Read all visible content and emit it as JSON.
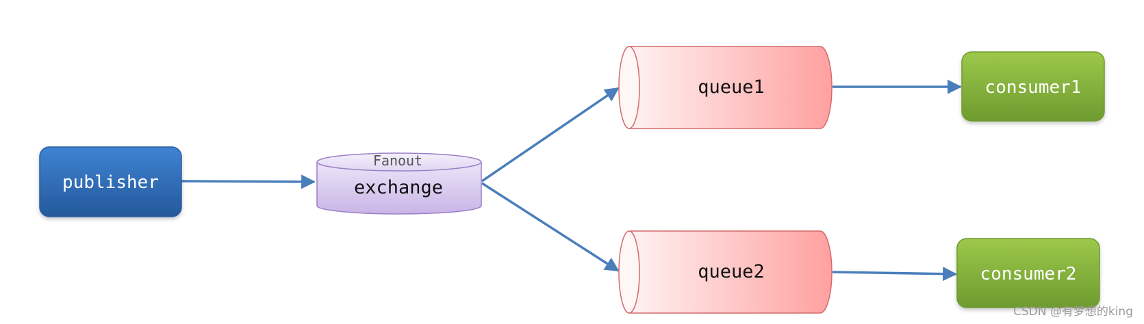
{
  "diagram": {
    "publisher": {
      "label": "publisher",
      "color": "#2f6db5"
    },
    "exchange": {
      "type_label": "Fanout",
      "label": "exchange",
      "color": "#cdbde8"
    },
    "queues": [
      {
        "label": "queue1",
        "color": "#ffa4a4"
      },
      {
        "label": "queue2",
        "color": "#ffa4a4"
      }
    ],
    "consumers": [
      {
        "label": "consumer1",
        "color": "#84b13e"
      },
      {
        "label": "consumer2",
        "color": "#84b13e"
      }
    ],
    "arrow_color": "#4a7ebb"
  },
  "watermark": "CSDN @有梦想的king"
}
